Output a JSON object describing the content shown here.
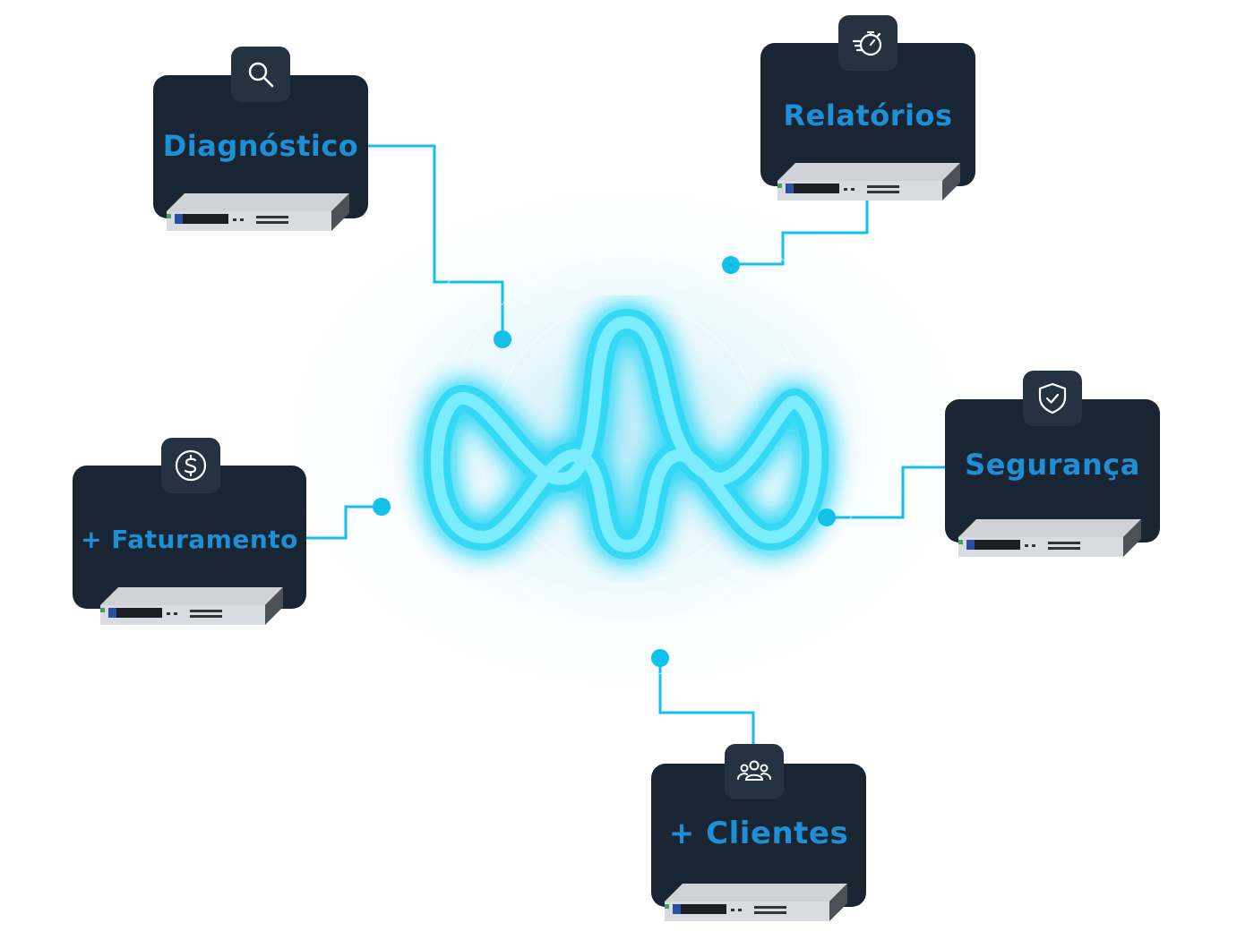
{
  "nodes": [
    {
      "id": "diagnostico",
      "label": "Diagnóstico",
      "icon": "search-icon"
    },
    {
      "id": "relatorios",
      "label": "Relatórios",
      "icon": "stopwatch-icon"
    },
    {
      "id": "faturamento",
      "label": "+ Faturamento",
      "icon": "dollar-icon"
    },
    {
      "id": "seguranca",
      "label": "Segurança",
      "icon": "shield-check-icon"
    },
    {
      "id": "clientes",
      "label": "+ Clientes",
      "icon": "users-icon"
    }
  ],
  "hub": {
    "icon": "glowing-wave-logo"
  },
  "colors": {
    "card_bg": "#1a2533",
    "icon_badge_bg": "#253242",
    "label": "#1e8fd4",
    "connector": "#12c0ea",
    "logo_glow": "#22d6f5"
  }
}
